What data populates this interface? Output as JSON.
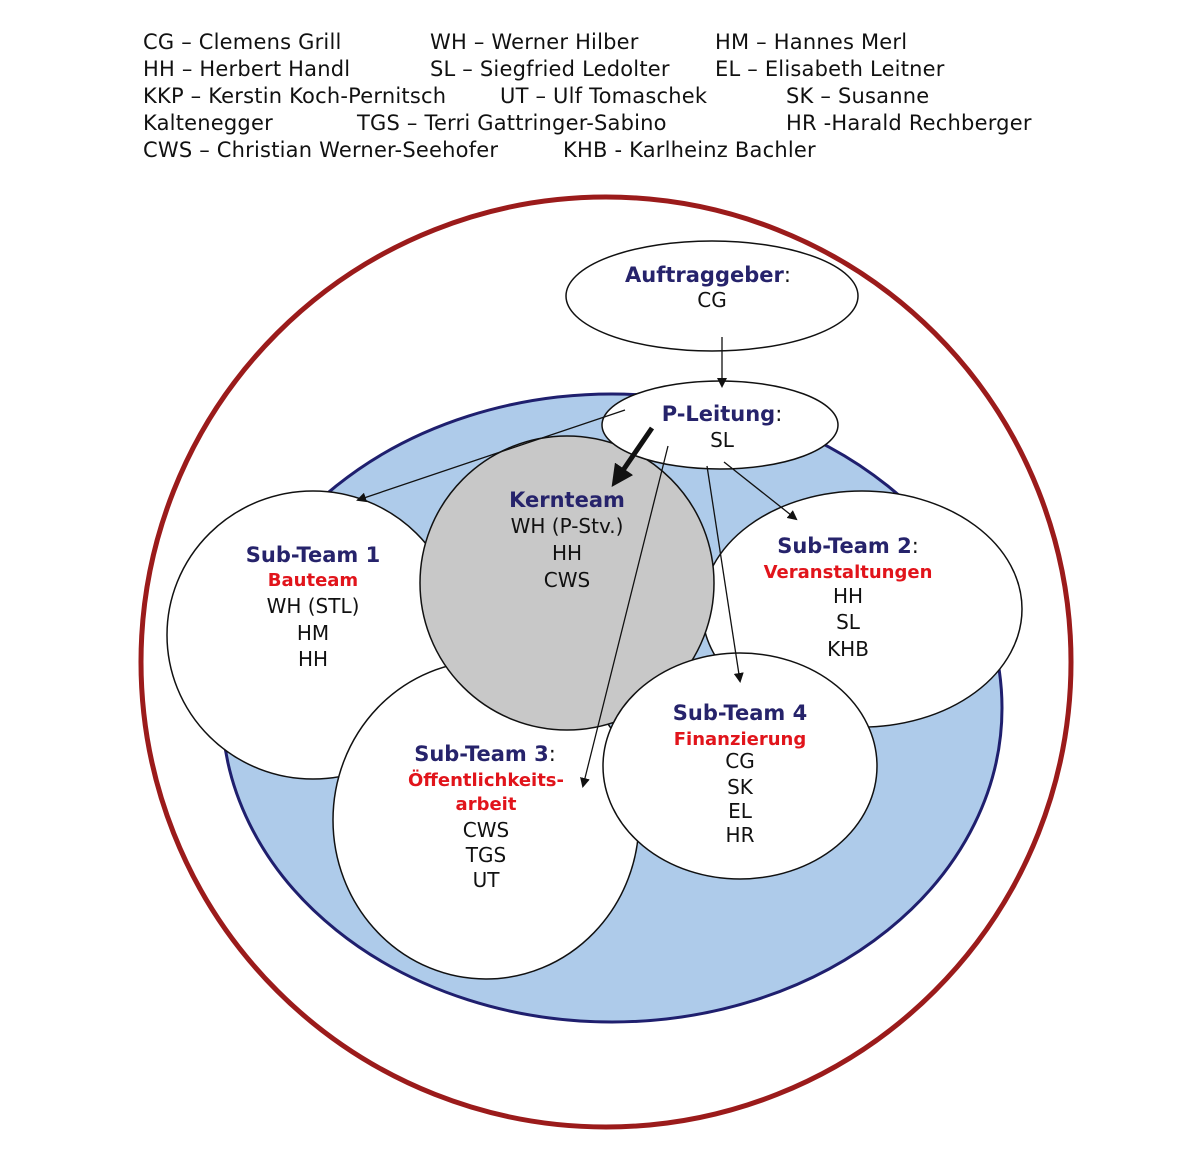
{
  "legend": {
    "row1": [
      "CG – Clemens Grill",
      "WH – Werner Hilber",
      "HM – Hannes Merl"
    ],
    "row2": [
      "HH – Herbert Handl",
      "SL – Siegfried Ledolter",
      "EL – Elisabeth Leitner"
    ],
    "row3": [
      "KKP – Kerstin Koch-Pernitsch",
      "UT – Ulf Tomaschek",
      "SK – Susanne"
    ],
    "row4": [
      "Kaltenegger",
      "TGS – Terri Gattringer-Sabino",
      "HR -Harald Rechberger"
    ],
    "row5": [
      "CWS – Christian Werner-Seehofer",
      "KHB - Karlheinz Bachler"
    ]
  },
  "nodes": {
    "auftraggeber": {
      "title": "Auftraggeber",
      "colon": ":",
      "members": [
        "CG"
      ]
    },
    "pleitung": {
      "title": "P-Leitung",
      "colon": ":",
      "members": [
        "SL"
      ]
    },
    "kernteam": {
      "title": "Kernteam",
      "members": [
        "WH (P-Stv.)",
        "HH",
        "CWS"
      ]
    },
    "subteam1": {
      "title": "Sub-Team 1",
      "subtitle": "Bauteam",
      "members": [
        "WH (STL)",
        "HM",
        "HH"
      ]
    },
    "subteam2": {
      "title": "Sub-Team 2",
      "colon": ":",
      "subtitle": "Veranstaltungen",
      "members": [
        "HH",
        "SL",
        "KHB"
      ]
    },
    "subteam3": {
      "title": "Sub-Team 3",
      "colon": ":",
      "subtitle_lines": [
        "Öffentlichkeits-",
        "arbeit"
      ],
      "members": [
        "CWS",
        "TGS",
        "UT"
      ]
    },
    "subteam4": {
      "title": "Sub-Team 4",
      "subtitle": "Finanzierung",
      "members": [
        "CG",
        "SK",
        "EL",
        "HR"
      ]
    }
  },
  "colors": {
    "outer_ring": "#9b1b1b",
    "project_area": "#aecbea",
    "project_area_border": "#1f1f6e",
    "kernteam_fill": "#c8c8c8",
    "title_navy": "#26236b",
    "subtitle_red": "#e1141b"
  }
}
